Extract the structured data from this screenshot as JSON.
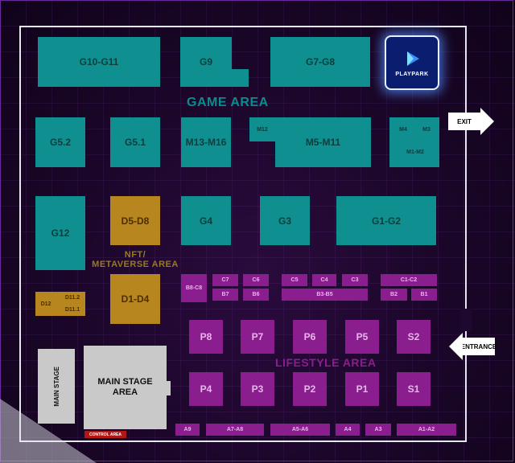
{
  "map": {
    "game_area_label": "GAME AREA",
    "lifestyle_area_label": "LIFESTYLE AREA",
    "nft_label_line1": "NFT/",
    "nft_label_line2": "METAVERSE AREA",
    "logo_text": "PLAYPARK",
    "exit_label": "EXIT",
    "entrance_label": "ENTRANCE",
    "main_stage_vertical": "MAIN STAGE",
    "main_stage_area": "MAIN STAGE AREA",
    "control_area": "CONTROL AREA",
    "game_booths": [
      "G10-G11",
      "G9",
      "G7-G8",
      "G5.2",
      "G5.1",
      "M13-M16",
      "M12",
      "M5-M11",
      "M4",
      "M3",
      "M1-M2",
      "G12",
      "G4",
      "G3",
      "G1-G2"
    ],
    "nft_booths": [
      "D5-D8",
      "D1-D4",
      "D12",
      "D11.2",
      "D11.1"
    ],
    "lifestyle_booths": [
      "B8-C8",
      "C7",
      "C6",
      "B7",
      "B6",
      "C5",
      "C4",
      "C3",
      "B3-B5",
      "C1-C2",
      "B2",
      "B1",
      "P8",
      "P7",
      "P6",
      "P5",
      "S2",
      "P4",
      "P3",
      "P2",
      "P1",
      "S1",
      "A9",
      "A7-A8",
      "A5-A6",
      "A4",
      "A3",
      "A1-A2"
    ]
  },
  "colors": {
    "game": "#0f8f8f",
    "nft": "#b8861e",
    "lifestyle": "#8a1e8f",
    "stage": "#c9c9c9",
    "logo_bg": "#0b1d6e"
  },
  "icons": {
    "logo": "play-triangle-icon"
  }
}
